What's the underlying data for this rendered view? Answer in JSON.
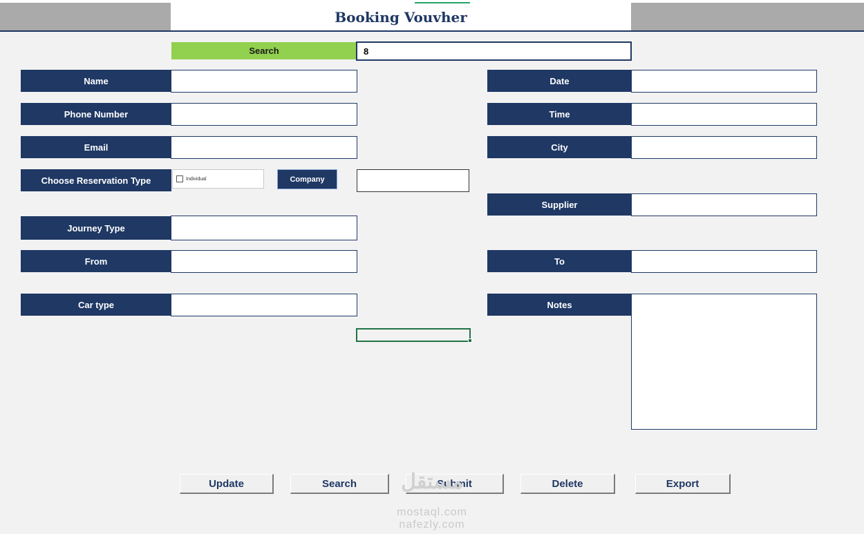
{
  "title": "Booking Vouvher",
  "search": {
    "label": "Search",
    "value": "8"
  },
  "fields": {
    "name": "Name",
    "phone": "Phone Number",
    "email": "Email",
    "reservation_type": "Choose Reservation Type",
    "journey_type": "Journey Type",
    "from": "From",
    "car_type": "Car type",
    "date": "Date",
    "time": "Time",
    "city": "City",
    "supplier": "Supplier",
    "to": "To",
    "notes": "Notes"
  },
  "reservation": {
    "individual_label": "Individual",
    "individual_checked": false,
    "company_label": "Company"
  },
  "buttons": {
    "update": "Update",
    "search": "Search",
    "submit": "Submit",
    "delete": "Delete",
    "export": "Export"
  },
  "watermark": {
    "logo": "مستقل",
    "line1": "mostaql.com",
    "line2": "nafezly.com"
  },
  "colors": {
    "navy": "#1f3864",
    "search_green": "#92d050",
    "sheet_bg": "#f2f2f2",
    "header_gray": "#aaaaaa"
  }
}
